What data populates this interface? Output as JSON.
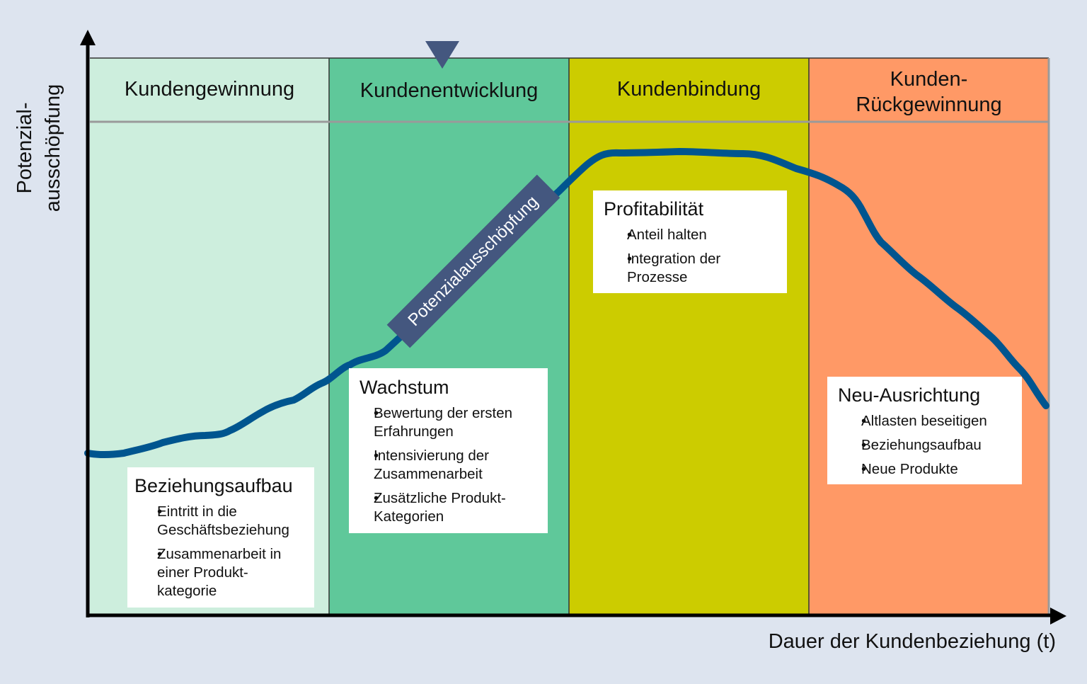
{
  "axes": {
    "y_label": "Potenzial-\nausschöpfung",
    "x_label": "Dauer der Kundenbeziehung (t)"
  },
  "phases": [
    {
      "title": "Kundengewinnung",
      "color": "#cdeedd"
    },
    {
      "title": "Kundenentwicklung",
      "color": "#5fc89a"
    },
    {
      "title": "Kundenbindung",
      "color": "#cccc00"
    },
    {
      "title": "Kunden-\nRückgewinnung",
      "color": "#ff9966"
    }
  ],
  "curve_color": "#00558f",
  "banner_label": "Potenzialausschöpfung",
  "boxes": {
    "beziehungsaufbau": {
      "title": "Beziehungsaufbau",
      "items": [
        "Eintritt  in die Geschäftsbeziehung",
        "Zusammenarbeit in einer Produkt-kategorie"
      ]
    },
    "wachstum": {
      "title": "Wachstum",
      "items": [
        "Bewertung der ersten Erfahrungen",
        "Intensivierung der Zusammenarbeit",
        "Zusätzliche Produkt-Kategorien"
      ]
    },
    "profitabilitaet": {
      "title": "Profitabilität",
      "items": [
        "Anteil halten",
        "Integration der Prozesse"
      ]
    },
    "neuausrichtung": {
      "title": "Neu-Ausrichtung",
      "items": [
        "Altlasten beseitigen",
        "Beziehungsaufbau",
        "Neue Produkte"
      ]
    }
  }
}
